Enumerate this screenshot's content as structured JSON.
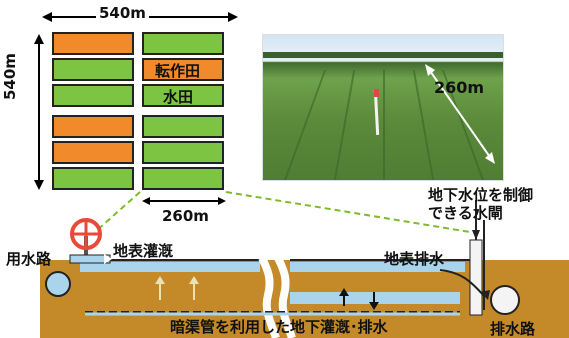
{
  "labels": {
    "width_top": "540m",
    "height_left": "540m",
    "width_bottom": "260m",
    "rotation_field": "転作田",
    "paddy_field": "水田",
    "photo_width": "260m",
    "water_gate": "地下水位を制御",
    "water_gate_2": "できる水閘",
    "surface_irrigation": "地表灌漑",
    "surface_drainage": "地表排水",
    "supply_channel": "用水路",
    "drainage_channel": "排水路",
    "underdrain": "暗渠管を利用した地下灌漑･排水"
  },
  "colors": {
    "orange": "#f08a2a",
    "green": "#7dc442",
    "soil": "#c48a2a",
    "water": "#a9d4ec",
    "valve": "#e84a3a",
    "guide": "#7dbb2a"
  },
  "plots": [
    {
      "column": "left",
      "color": "orange"
    },
    {
      "column": "left",
      "color": "green"
    },
    {
      "column": "left",
      "color": "green"
    },
    {
      "column": "left",
      "color": "orange"
    },
    {
      "column": "left",
      "color": "orange"
    },
    {
      "column": "left",
      "color": "green"
    },
    {
      "column": "right",
      "color": "green"
    },
    {
      "column": "right",
      "color": "orange"
    },
    {
      "column": "right",
      "color": "green"
    },
    {
      "column": "right",
      "color": "green"
    },
    {
      "column": "right",
      "color": "green"
    },
    {
      "column": "right",
      "color": "green"
    }
  ]
}
